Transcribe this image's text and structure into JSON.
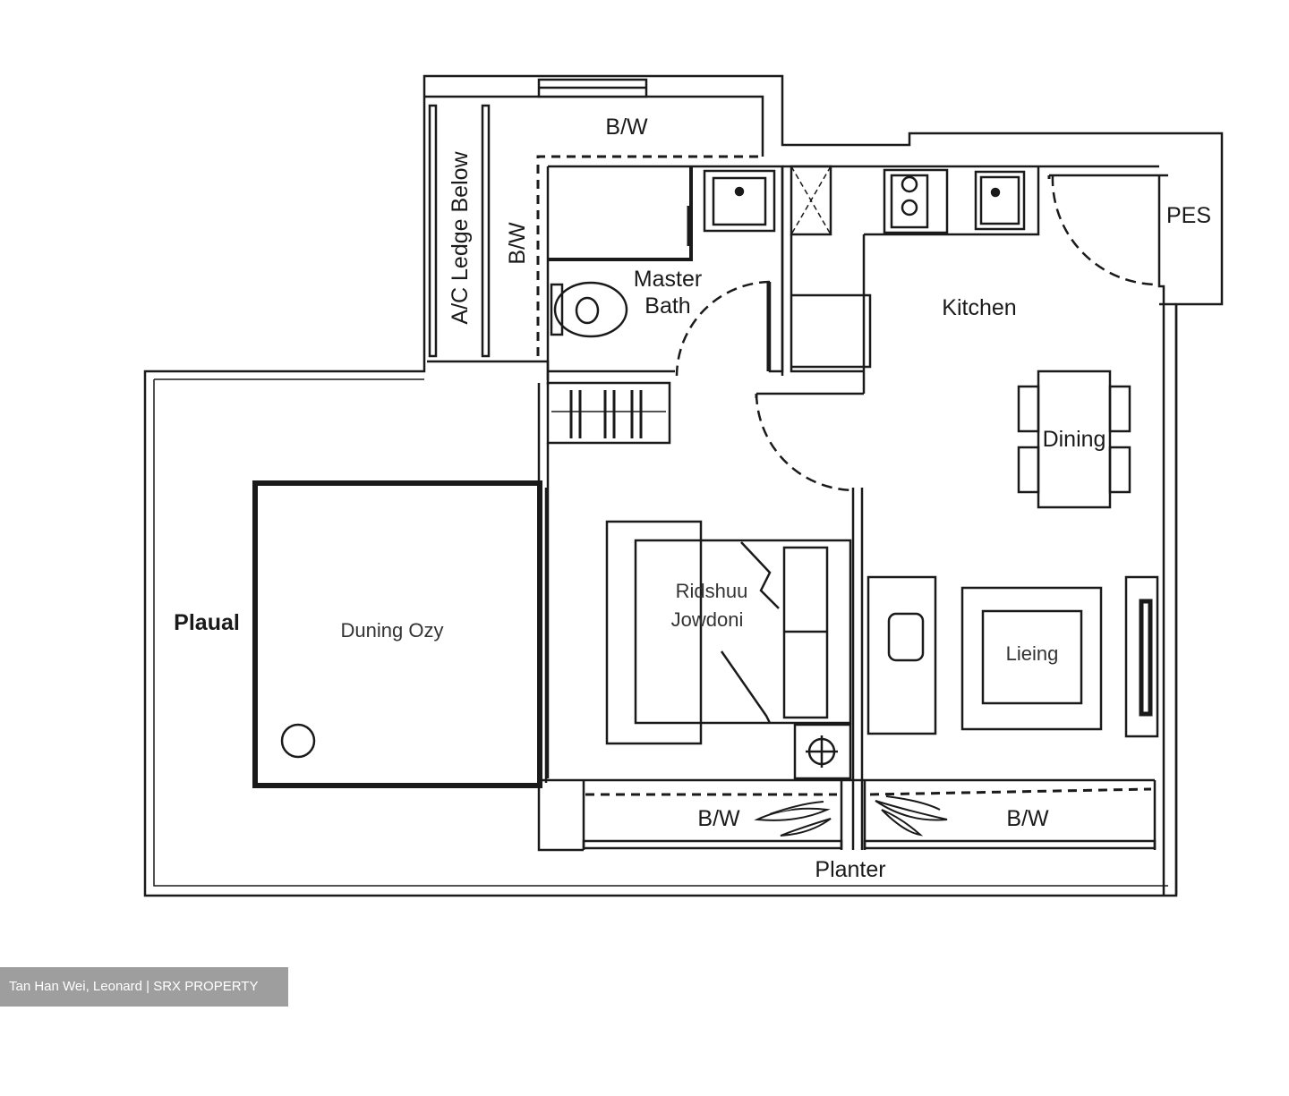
{
  "floorplan": {
    "labels": {
      "bw_top": "B/W",
      "ac_ledge": "A/C Ledge Below",
      "bw_left": "B/W",
      "master_bath": [
        "Master",
        "Bath"
      ],
      "kitchen": "Kitchen",
      "pes": "PES",
      "dining": "Dining",
      "planter_left": "Plaual",
      "dining_area": "Duning Ozy",
      "bedroom": [
        "Ridshuu",
        "Jowdoni"
      ],
      "living": "Lieing",
      "bw_bottom_left": "B/W",
      "bw_bottom_right": "B/W",
      "planter": "Planter"
    },
    "colors": {
      "wall": "#1a1a1a",
      "background": "#ffffff"
    }
  },
  "credit": "Tan Han Wei, Leonard | SRX PROPERTY"
}
